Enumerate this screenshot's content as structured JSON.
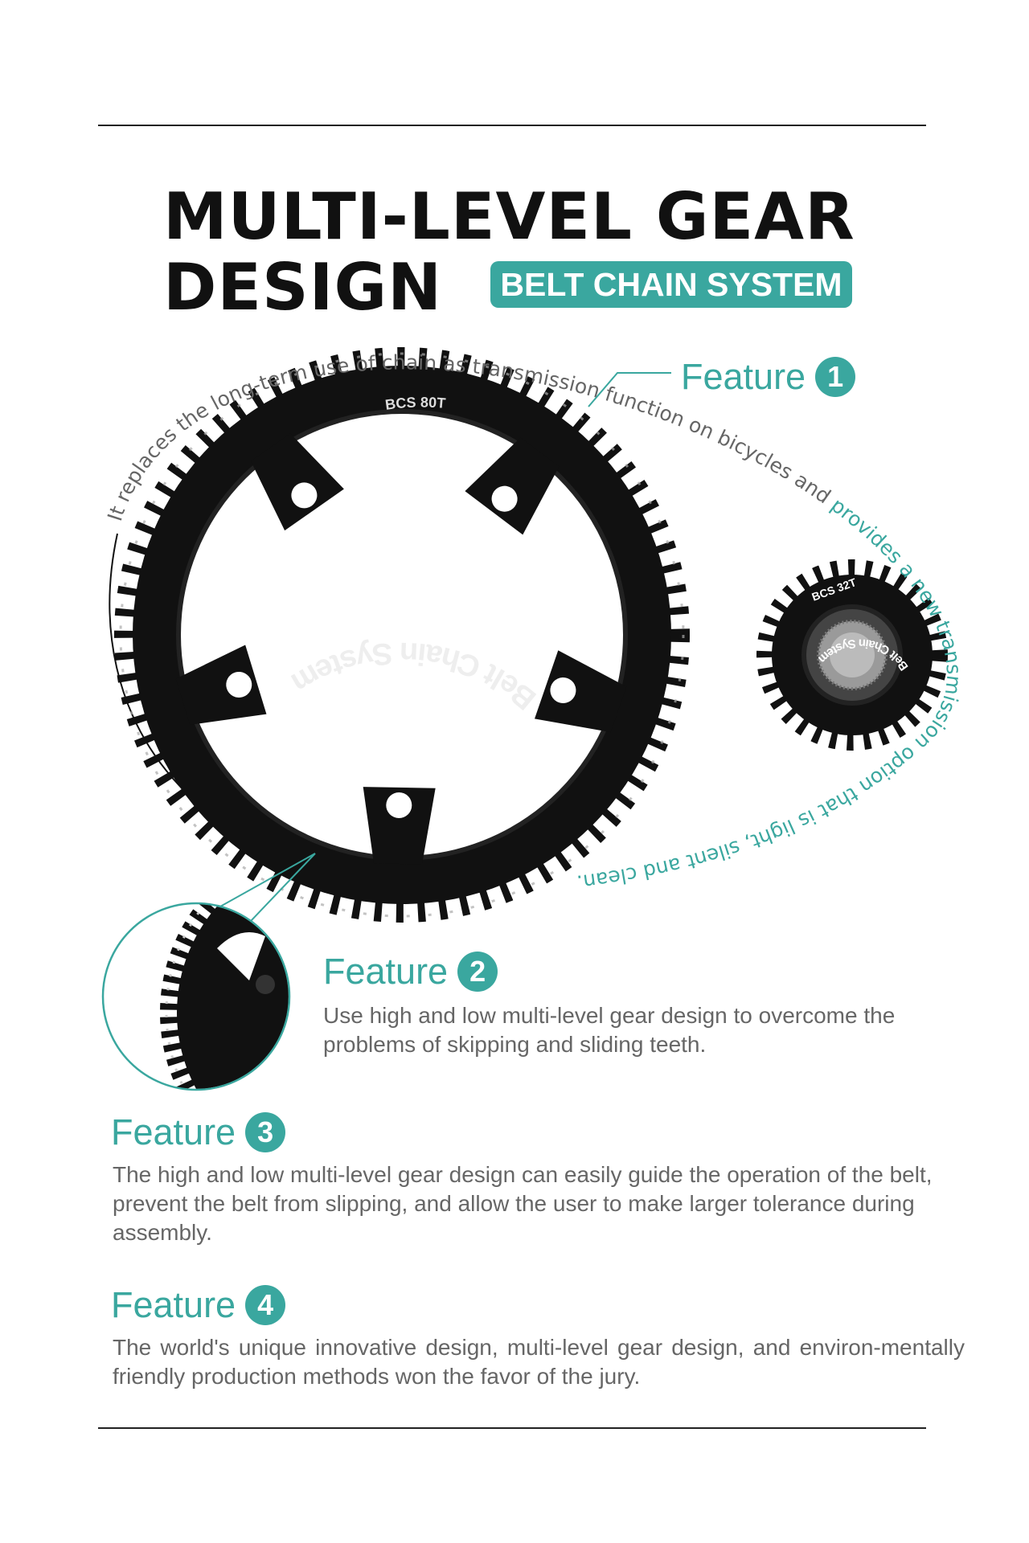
{
  "header": {
    "title_line1": "MULTI-LEVEL GEAR",
    "title_line2": "DESIGN",
    "badge": "BELT CHAIN SYSTEM"
  },
  "colors": {
    "accent": "#3aa79f",
    "text": "#666666",
    "title": "#111111"
  },
  "arc_text": {
    "gray_part": "It replaces the long-term use of chain as transmission function on bicycles and ",
    "teal_part": "provides a new transmission option that is light, silent and clean."
  },
  "gears": {
    "large_label": "BCS 80T",
    "large_ring_text": "Belt Chain System",
    "small_label": "BCS 32T",
    "small_ring_text": "Belt Chain System"
  },
  "features": [
    {
      "label": "Feature",
      "number": "1"
    },
    {
      "label": "Feature",
      "number": "2",
      "text": "Use high and low multi-level gear design to overcome the problems of skipping and sliding teeth."
    },
    {
      "label": "Feature",
      "number": "3",
      "text": "The high and low multi-level gear design can easily guide the operation of the belt, prevent the belt from slipping, and allow the user to make larger tolerance during assembly."
    },
    {
      "label": "Feature",
      "number": "4",
      "text": "The world's unique innovative design, multi-level gear design, and environ-mentally friendly production methods won the favor of the jury."
    }
  ]
}
